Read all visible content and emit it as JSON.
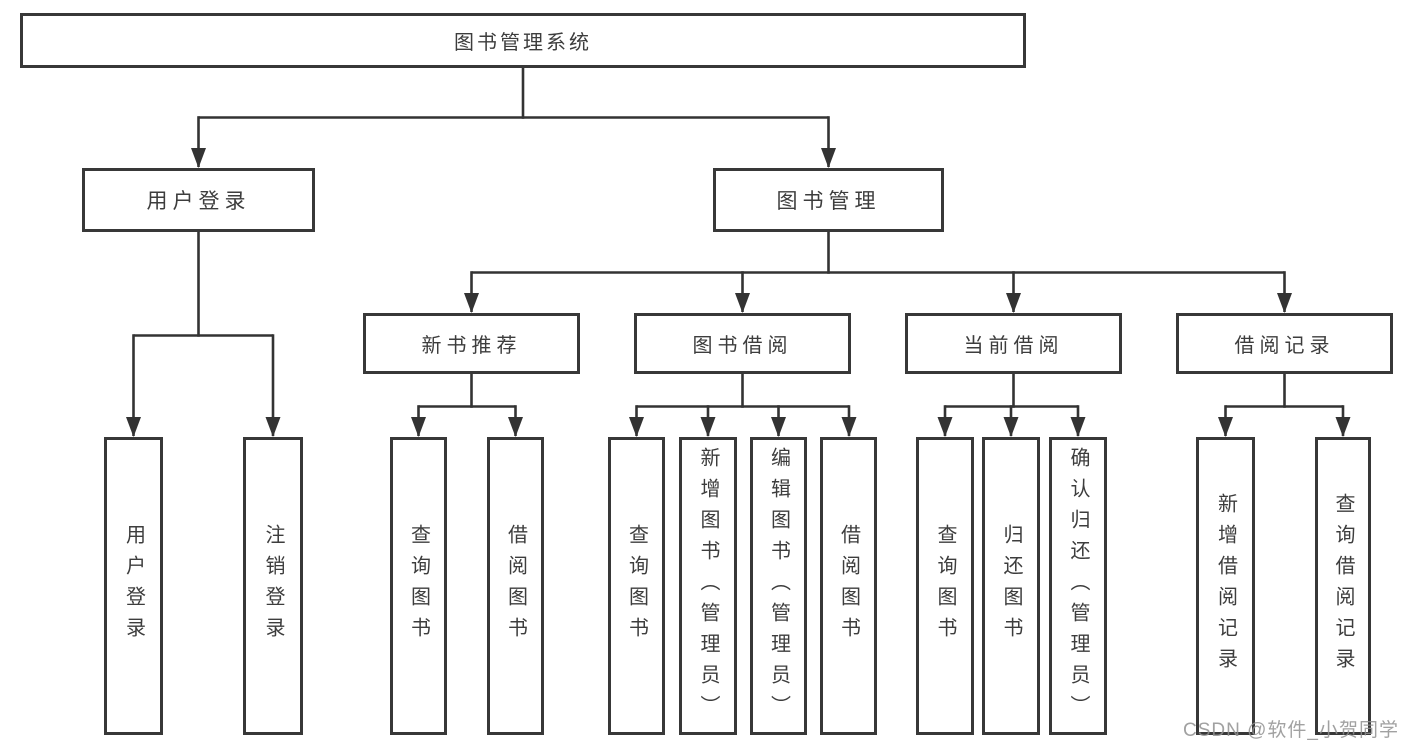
{
  "diagram_title": "图书管理系统",
  "tree": {
    "label": "图书管理系统",
    "children": [
      {
        "label": "用户登录",
        "children": [
          {
            "label": "用户登录"
          },
          {
            "label": "注销登录"
          }
        ]
      },
      {
        "label": "图书管理",
        "children": [
          {
            "label": "新书推荐",
            "children": [
              {
                "label": "查询图书"
              },
              {
                "label": "借阅图书"
              }
            ]
          },
          {
            "label": "图书借阅",
            "children": [
              {
                "label": "查询图书"
              },
              {
                "label": "新增图书（管理员）"
              },
              {
                "label": "编辑图书（管理员）"
              },
              {
                "label": "借阅图书"
              }
            ]
          },
          {
            "label": "当前借阅",
            "children": [
              {
                "label": "查询图书"
              },
              {
                "label": "归还图书"
              },
              {
                "label": "确认归还（管理员）"
              }
            ]
          },
          {
            "label": "借阅记录",
            "children": [
              {
                "label": "新增借阅记录"
              },
              {
                "label": "查询借阅记录"
              }
            ]
          }
        ]
      }
    ]
  },
  "watermark": "CSDN @软件_小贺同学",
  "colors": {
    "line": "#333333",
    "box_border": "#383838",
    "text": "#3d3d3d",
    "watermark": "#919191"
  }
}
